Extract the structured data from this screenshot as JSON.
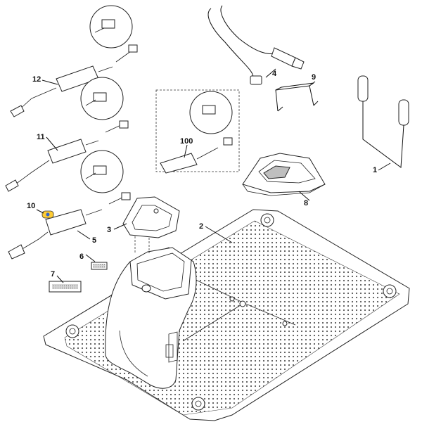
{
  "callouts": [
    {
      "id": "c1",
      "text": "1"
    },
    {
      "id": "c2",
      "text": "2"
    },
    {
      "id": "c3",
      "text": "3"
    },
    {
      "id": "c4",
      "text": "4"
    },
    {
      "id": "c5",
      "text": "5"
    },
    {
      "id": "c6",
      "text": "6"
    },
    {
      "id": "c7",
      "text": "7"
    },
    {
      "id": "c8",
      "text": "8"
    },
    {
      "id": "c9",
      "text": "9"
    },
    {
      "id": "c10",
      "text": "10"
    },
    {
      "id": "c11",
      "text": "11"
    },
    {
      "id": "c12",
      "text": "12"
    },
    {
      "id": "c100",
      "text": "100"
    }
  ],
  "colors": {
    "line": "#111111",
    "fill": "#ffffff",
    "shade": "#bfbfbf"
  }
}
